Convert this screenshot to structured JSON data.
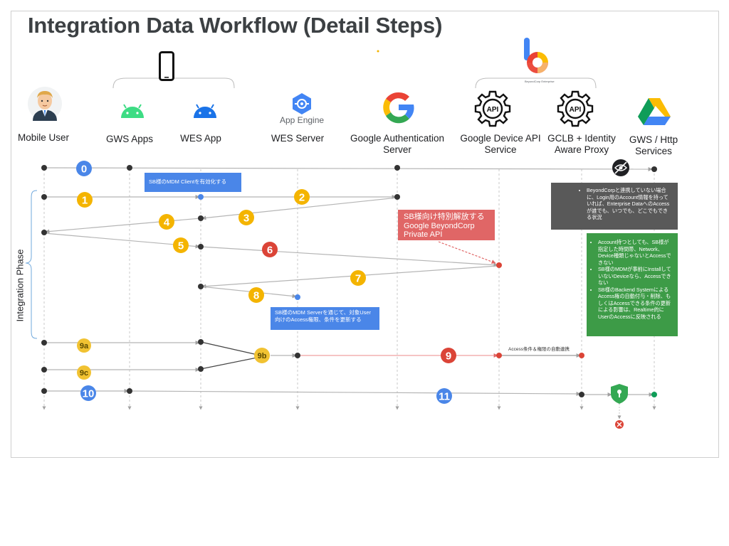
{
  "title": "Integration Data Workflow (Detail Steps)",
  "phase_label": "Integration Phase",
  "lanes": [
    {
      "key": "mobile_user",
      "label": "Mobile User",
      "icon": "user-avatar-icon"
    },
    {
      "key": "gws_apps",
      "label": "GWS Apps",
      "icon": "android-icon"
    },
    {
      "key": "wes_app",
      "label": "WES App",
      "icon": "android-icon"
    },
    {
      "key": "wes_server",
      "label": "WES Server",
      "icon": "app-engine-icon"
    },
    {
      "key": "google_auth",
      "label": "Google Authentication\nServer",
      "icon": "google-g-icon"
    },
    {
      "key": "device_api",
      "label": "Google Device API\nService",
      "icon": "api-gear-icon"
    },
    {
      "key": "gclb",
      "label": "GCLB + Identity\nAware Proxy",
      "icon": "api-gear-icon"
    },
    {
      "key": "gws_http",
      "label": "GWS / Http\nServices",
      "icon": "google-drive-icon"
    }
  ],
  "app_engine_label": "App Engine",
  "beyondcorp_label": "BeyondCorp Enterprise",
  "steps": {
    "s0": "0",
    "s1": "1",
    "s2": "2",
    "s3": "3",
    "s4": "4",
    "s5": "5",
    "s6": "6",
    "s7": "7",
    "s8": "8",
    "s9": "9",
    "s9a": "9a",
    "s9b": "9b",
    "s9c": "9c",
    "s10": "10",
    "s11": "11"
  },
  "notes": {
    "mdm_client": "SB様のMDM Clientを有効化する",
    "mdm_server": "SB様のMDM Serverを通じて、対象User向けのAccess権限、条件を更新する",
    "private_api": "SB様向け特別解放する\nGoogle BeyondCorp\nPrivate API",
    "access_auto": "Access条件＆権限の自動連携",
    "dark_box": "BeyondCorpと連携していない場合に、Login用のAccount情報を持っていれば、Enterprise DataへのAccessが誰でも、いつでも、どこでもできる状況",
    "green_box": [
      "Account持つとしても、SB様が指定した時間帯、Network、Device種類じゃないとAccessできない",
      "SB様のMDMが事前にInstallしていないDeviceなら、Accessできない",
      "SB様のBackend SystemによるAccess権の自動付与・削除、もしくはAccessできる条件の更新による影響は、Realtime的にUserのAccessに反映される"
    ]
  },
  "colors": {
    "blue": "#4285f4",
    "yellow": "#f4b400",
    "red": "#db4437",
    "green": "#0f9d58",
    "line": "#b8b8b8",
    "dark_box": "#595959",
    "green_box": "#3d9b47",
    "red_box": "#e06666"
  }
}
